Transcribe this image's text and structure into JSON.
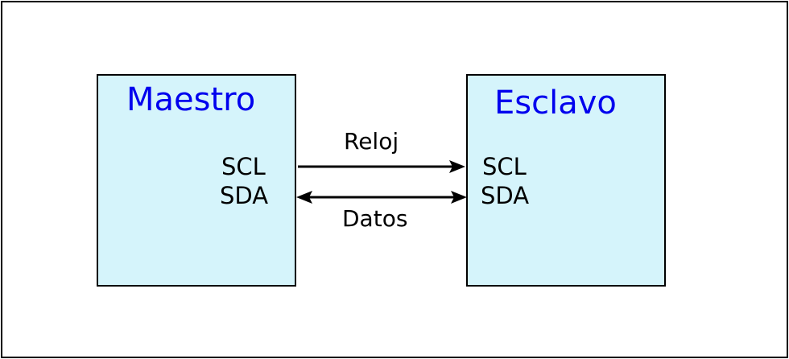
{
  "master": {
    "title": "Maestro",
    "scl": "SCL",
    "sda": "SDA"
  },
  "slave": {
    "title": "Esclavo",
    "scl": "SCL",
    "sda": "SDA"
  },
  "links": {
    "clock_label": "Reloj",
    "data_label": "Datos"
  },
  "colors": {
    "title": "#0000ee",
    "block_fill": "#d5f4fb",
    "line": "#000000"
  }
}
